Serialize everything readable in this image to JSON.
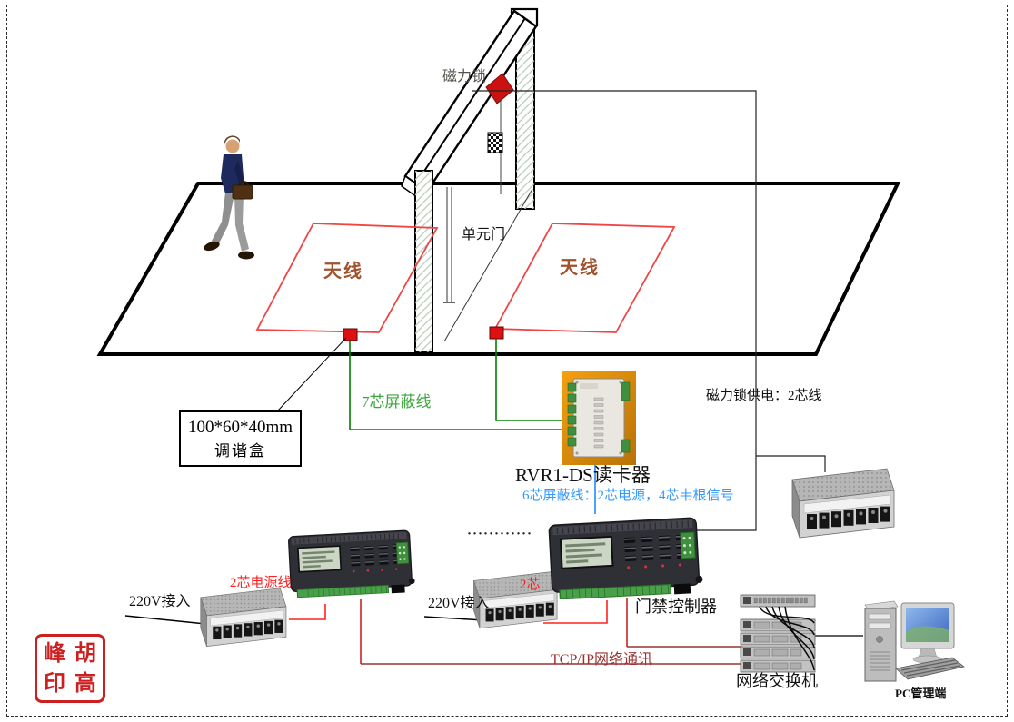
{
  "gate": {
    "magnetic_lock_label": "磁力锁",
    "unit_door_label": "单元门"
  },
  "antennas": {
    "left_label": "天线",
    "right_label": "天线"
  },
  "tuner_box": {
    "line1": "100*60*40mm",
    "line2": "调谐盒"
  },
  "wiring": {
    "seven_core_label": "7芯屏蔽线",
    "six_core_label": "6芯屏蔽线：2芯电源，4芯韦根信号",
    "lock_power_label": "磁力锁供电：2芯线",
    "two_core_power_label": "2芯电源线",
    "two_core_short_label": "2芯",
    "tcpip_label": "TCP/IP网络通讯",
    "ac_input_left_label": "220V接入",
    "ac_input_middle_label": "220V接入",
    "ellipsis": "············"
  },
  "devices": {
    "reader_label": "RVR1-DS读卡器",
    "controller_label": "门禁控制器",
    "switch_label": "网络交换机",
    "pc_label": "PC管理端"
  },
  "seal": {
    "top_left": "峰",
    "top_right": "胡",
    "bottom_left": "印",
    "bottom_right": "高"
  },
  "colors": {
    "antenna_outline": "#F04545",
    "antenna_text": "#A0522D",
    "wire_green": "#008000",
    "wire_blue": "#3399FF",
    "wire_red": "#FF2020",
    "tcpip_color": "#993333",
    "label_green": "#3CA53C",
    "lock_red": "#CC1111",
    "seal_red": "#CC2020"
  }
}
